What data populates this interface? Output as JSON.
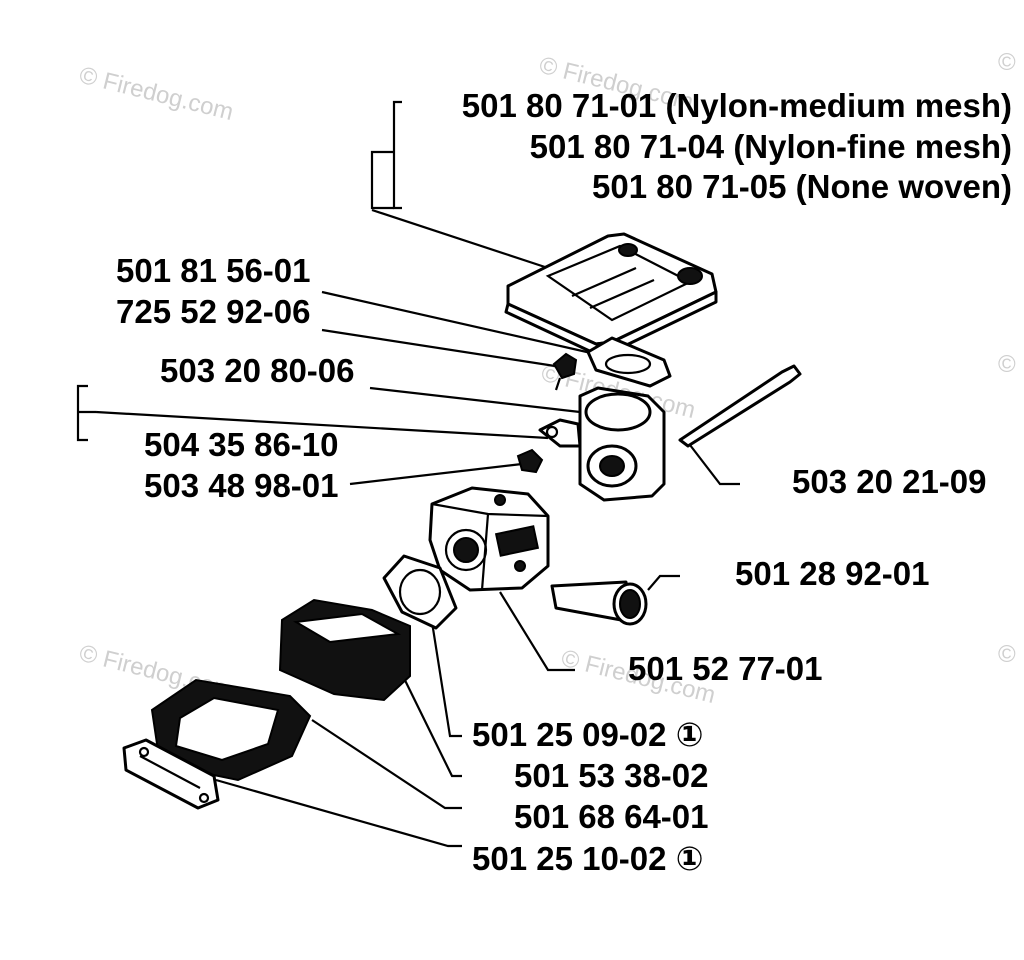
{
  "watermark": "© Firedog.com",
  "parts": {
    "filter_1": "501 80 71-01 (Nylon-medium mesh)",
    "filter_2": "501 80 71-04 (Nylon-fine mesh)",
    "filter_3": "501 80 71-05 (None woven)",
    "p_501_81_56_01": "501 81 56-01",
    "p_725_52_92_06": "725 52 92-06",
    "p_503_20_80_06": "503 20 80-06",
    "p_504_35_86_10": "504 35 86-10",
    "p_503_48_98_01": "503 48 98-01",
    "p_503_20_21_09": "503 20 21-09",
    "p_501_28_92_01": "501 28 92-01",
    "p_501_52_77_01": "501 52 77-01",
    "p_501_25_09_02": "501 25 09-02 ①",
    "p_501_53_38_02": "501 53 38-02",
    "p_501_68_64_01": "501 68 64-01",
    "p_501_25_10_02": "501 25 10-02 ①"
  }
}
